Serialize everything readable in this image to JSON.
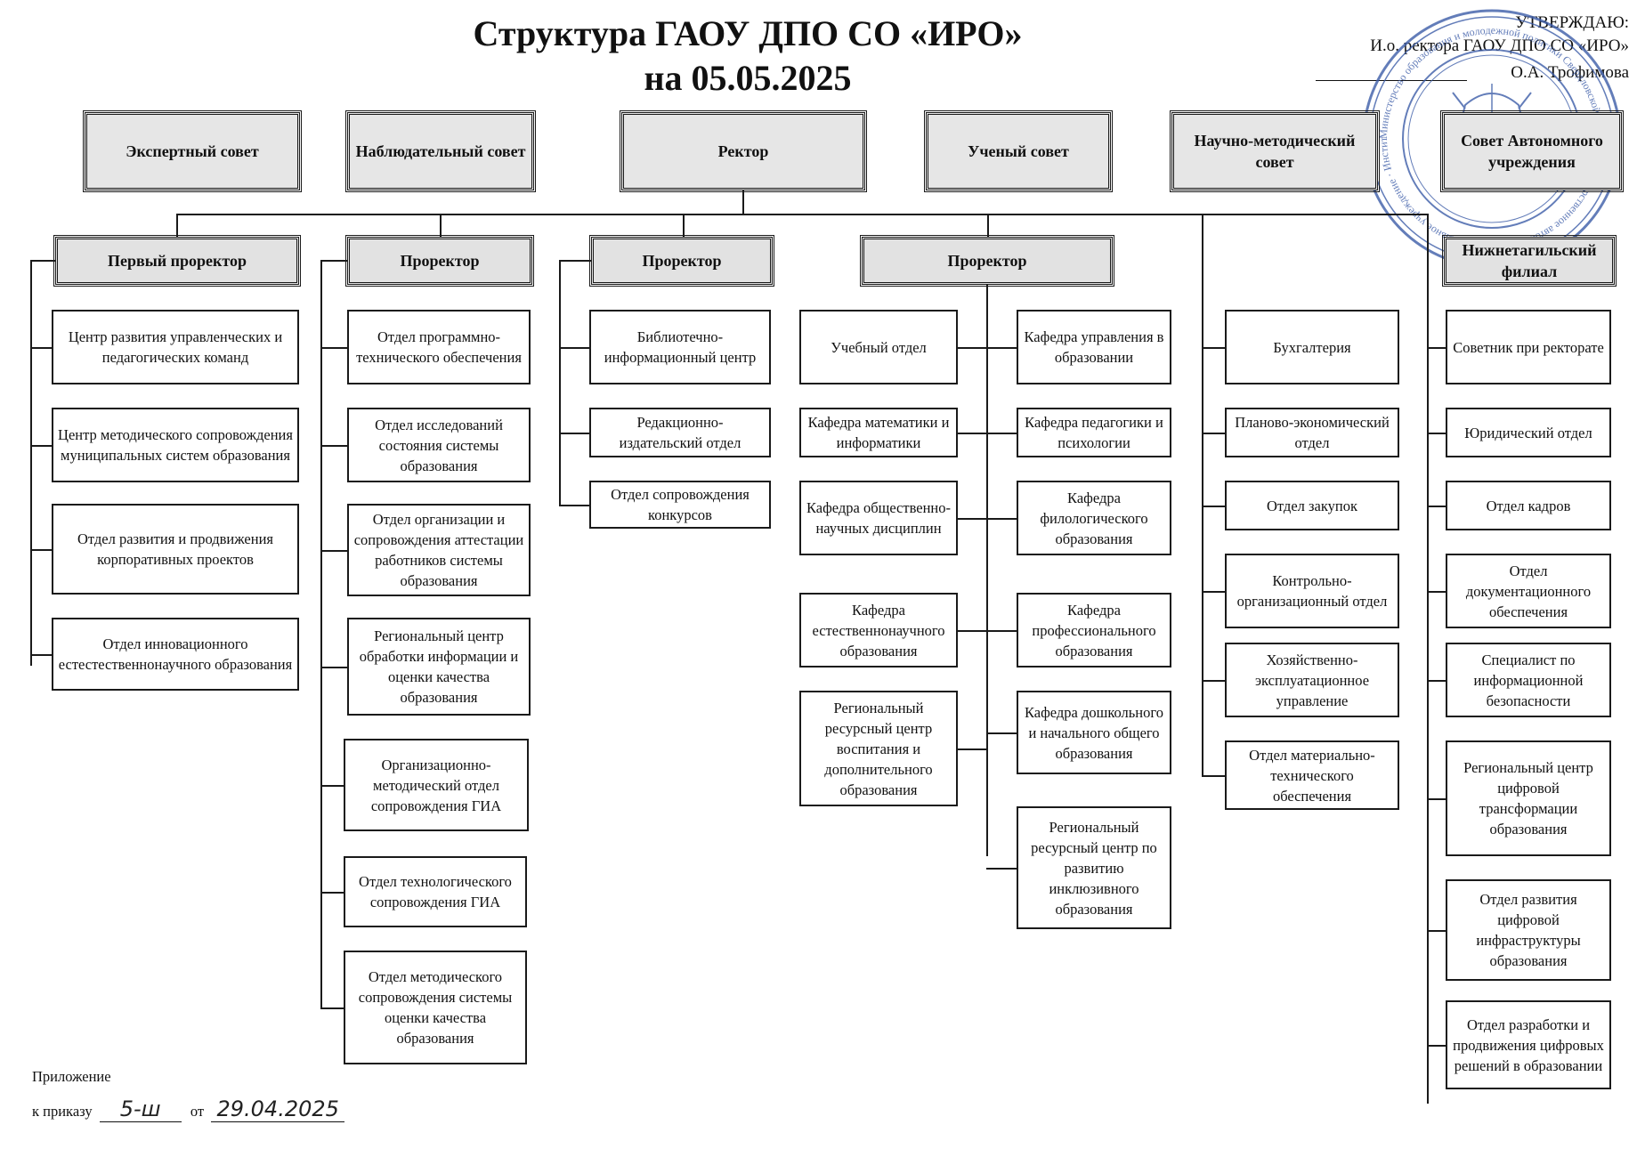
{
  "header": {
    "title_line1": "Структура ГАОУ ДПО СО «ИРО»",
    "title_line2": "на 05.05.2025"
  },
  "approval": {
    "line1": "УТВЕРЖДАЮ:",
    "line2": "И.о. ректора ГАОУ ДПО СО «ИРО»",
    "line3": "О.А. Трофимова",
    "stamp_text": "Министерство образования и молодежной политики Свердловской области · Государственное автономное образовательное учреждение · Институт развития образования · 1996 · ОГРН 1026605255950"
  },
  "top_row": [
    "Экспертный совет",
    "Наблюдательный совет",
    "Ректор",
    "Ученый совет",
    "Научно-методический совет",
    "Совет Автономного учреждения"
  ],
  "columns": [
    {
      "head": "Первый проректор",
      "items": [
        "Центр развития управленческих и педагогических команд",
        "Центр методического сопровождения муниципальных систем образования",
        "Отдел развития и продвижения корпоративных проектов",
        "Отдел инновационного естестественнонаучного образования"
      ]
    },
    {
      "head": "Проректор",
      "items": [
        "Отдел программно-технического обеспечения",
        "Отдел исследований состояния системы образования",
        "Отдел организации и сопровождения аттестации работников системы образования",
        "Региональный центр обработки информации и оценки качества образования",
        "Организационно-методический отдел сопровождения ГИА",
        "Отдел технологического сопровождения ГИА",
        "Отдел методического сопровождения системы оценки качества образования"
      ]
    },
    {
      "head": "Проректор",
      "items": [
        "Библиотечно-информационный центр",
        "Редакционно-издательский отдел",
        "Отдел сопровождения конкурсов"
      ]
    },
    {
      "head": "Проректор",
      "left_items": [
        "Учебный отдел",
        "Кафедра математики и информатики",
        "Кафедра общественно-научных дисциплин",
        "Кафедра естественнонаучного образования",
        "Региональный ресурсный центр воспитания и дополнительного образования"
      ],
      "right_items": [
        "Кафедра управления в образовании",
        "Кафедра педагогики и психологии",
        "Кафедра филологического образования",
        "Кафедра профессионального образования",
        "Кафедра дошкольного и начального общего образования",
        "Региональный ресурсный центр по развитию инклюзивного образования"
      ]
    },
    {
      "items": [
        "Бухгалтерия",
        "Планово-экономический отдел",
        "Отдел закупок",
        "Контрольно-организационный отдел",
        "Хозяйственно-эксплуатационное управление",
        "Отдел материально-технического обеспечения"
      ]
    },
    {
      "head": "Нижнетагильский филиал",
      "items": [
        "Советник при ректорате",
        "Юридический отдел",
        "Отдел кадров",
        "Отдел документационного обеспечения",
        "Специалист по информационной безопасности",
        "Региональный центр цифровой трансформации образования",
        "Отдел развития цифровой инфраструктуры образования",
        "Отдел разработки и продвижения цифровых решений в образовании"
      ]
    }
  ],
  "footer": {
    "line1": "Приложение",
    "prefix": "к приказу",
    "order_number": "5-ш",
    "date_prefix": "от",
    "order_date": "29.04.2025"
  }
}
